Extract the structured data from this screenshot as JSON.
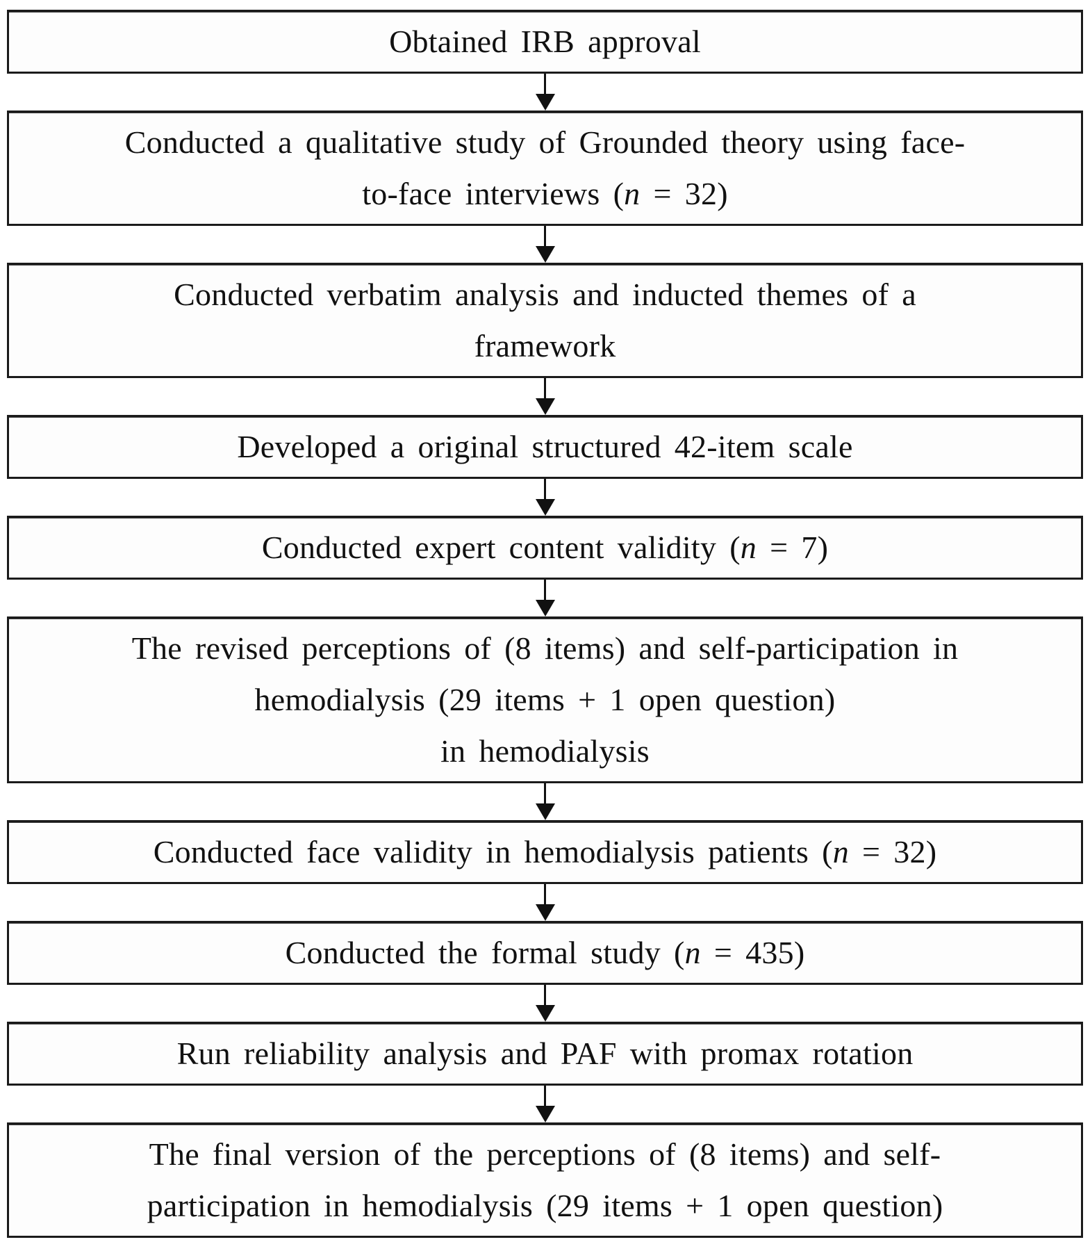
{
  "page": {
    "background": "#ffffff",
    "border_color": "#1b1b1b",
    "box_fill": "#fdfdfd",
    "text_color": "#111111",
    "arrow_color": "#111111"
  },
  "flowchart": {
    "boxes": [
      {
        "name": "obtained-irb-approval",
        "lines": [
          [
            {
              "t": "Obtained IRB approval"
            }
          ]
        ]
      },
      {
        "name": "qualitative-study",
        "lines": [
          [
            {
              "t": "Conducted a qualitative study of Grounded theory using face-"
            }
          ],
          [
            {
              "t": "to-face interviews ("
            },
            {
              "t": "n",
              "i": true
            },
            {
              "t": " = 32)"
            }
          ]
        ]
      },
      {
        "name": "verbatim-analysis",
        "lines": [
          [
            {
              "t": "Conducted verbatim analysis and inducted themes of a"
            }
          ],
          [
            {
              "t": "framework"
            }
          ]
        ]
      },
      {
        "name": "developed-scale",
        "lines": [
          [
            {
              "t": "Developed a original structured 42-item scale"
            }
          ]
        ]
      },
      {
        "name": "expert-content-validity",
        "lines": [
          [
            {
              "t": "Conducted expert content validity ("
            },
            {
              "t": "n",
              "i": true
            },
            {
              "t": " = 7)"
            }
          ]
        ]
      },
      {
        "name": "revised-perceptions",
        "lines": [
          [
            {
              "t": "The revised perceptions of (8 items) and self-participation in"
            }
          ],
          [
            {
              "t": "hemodialysis (29 items + 1 open question)"
            }
          ],
          [
            {
              "t": "in hemodialysis"
            }
          ]
        ]
      },
      {
        "name": "face-validity",
        "lines": [
          [
            {
              "t": "Conducted face validity in hemodialysis patients ("
            },
            {
              "t": "n",
              "i": true
            },
            {
              "t": " = 32)"
            }
          ]
        ]
      },
      {
        "name": "formal-study",
        "lines": [
          [
            {
              "t": "Conducted the formal study ("
            },
            {
              "t": "n",
              "i": true
            },
            {
              "t": " = 435)"
            }
          ]
        ]
      },
      {
        "name": "reliability-analysis",
        "lines": [
          [
            {
              "t": "Run reliability analysis and PAF with promax rotation"
            }
          ]
        ]
      },
      {
        "name": "final-version",
        "lines": [
          [
            {
              "t": "The final version of the perceptions of (8 items) and self-"
            }
          ],
          [
            {
              "t": "participation in hemodialysis (29 items + 1 open question)"
            }
          ]
        ]
      }
    ]
  }
}
